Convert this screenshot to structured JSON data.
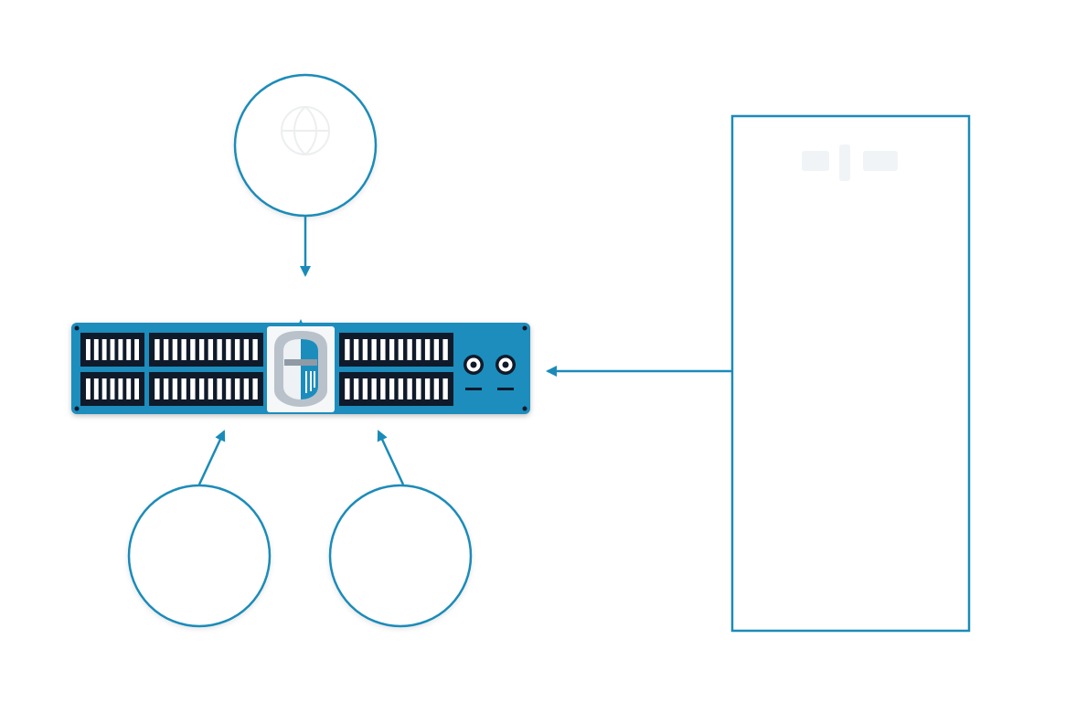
{
  "diagram": {
    "accent_color": "#1a8bb9",
    "panel_color": "#1b8dbd",
    "slot_color": "#0f1a2a",
    "faint_color": "#f3f6f8",
    "nodes": {
      "top_circle": {
        "icon": "globe-icon"
      },
      "bottom_left_circle": {
        "icon": ""
      },
      "bottom_right_circle": {
        "icon": ""
      },
      "right_box": {
        "icon": "logo-mark-icon"
      }
    },
    "device": {
      "type": "rack-server",
      "center_logo": "knight-helmet-icon",
      "vent_slots_per_block": [
        7,
        12,
        12
      ],
      "ports": 2
    },
    "connections": [
      {
        "from": "top_circle",
        "to": "device",
        "arrow": "down"
      },
      {
        "from": "bottom_left_circle",
        "to": "device",
        "arrow": "up"
      },
      {
        "from": "bottom_right_circle",
        "to": "device",
        "arrow": "up"
      },
      {
        "from": "right_box",
        "to": "device",
        "arrow": "left"
      }
    ]
  }
}
